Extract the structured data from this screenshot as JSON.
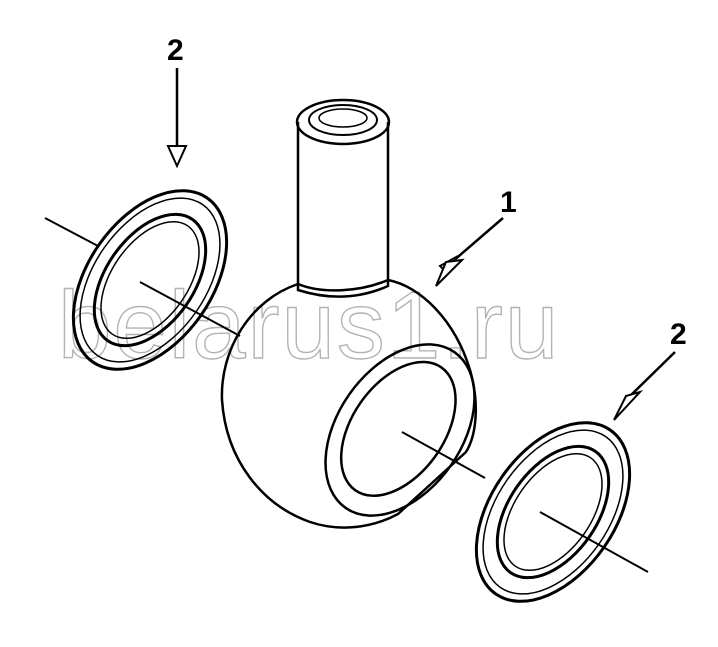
{
  "callouts": [
    {
      "id": "callout-2-left",
      "label": "2"
    },
    {
      "id": "callout-1",
      "label": "1"
    },
    {
      "id": "callout-2-right",
      "label": "2"
    }
  ],
  "watermark": {
    "text": "belarus1.ru"
  },
  "colors": {
    "ink": "#000000",
    "watermark": "#b3b3b3",
    "background": "#ffffff"
  }
}
